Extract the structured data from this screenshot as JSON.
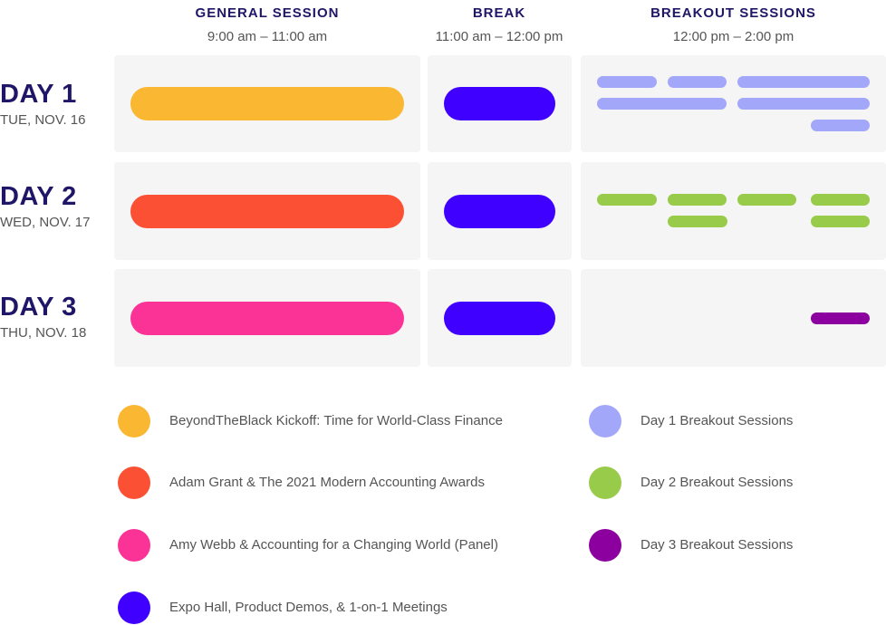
{
  "columns": [
    {
      "title": "GENERAL SESSION",
      "time": "9:00 am – 11:00 am"
    },
    {
      "title": "BREAK",
      "time": "11:00 am – 12:00 pm"
    },
    {
      "title": "BREAKOUT SESSIONS",
      "time": "12:00 pm – 2:00 pm"
    }
  ],
  "days": [
    {
      "name": "DAY 1",
      "date": "TUE, NOV. 16"
    },
    {
      "name": "DAY 2",
      "date": "WED, NOV. 17"
    },
    {
      "name": "DAY 3",
      "date": "THU, NOV. 18"
    }
  ],
  "legend": [
    {
      "label": "BeyondTheBlack Kickoff: Time for World-Class Finance",
      "color": "#f9b732"
    },
    {
      "label": "Adam Grant & The 2021 Modern Accounting Awards",
      "color": "#fb5034"
    },
    {
      "label": "Amy Webb & Accounting for a Changing World (Panel)",
      "color": "#fb3396"
    },
    {
      "label": "Expo Hall, Product Demos, & 1-on-1 Meetings",
      "color": "#3f00ff"
    },
    {
      "label": "Day 1 Breakout Sessions",
      "color": "#a3a7fa"
    },
    {
      "label": "Day 2 Breakout Sessions",
      "color": "#98cb4a"
    },
    {
      "label": "Day 3 Breakout Sessions",
      "color": "#8b009e"
    }
  ]
}
